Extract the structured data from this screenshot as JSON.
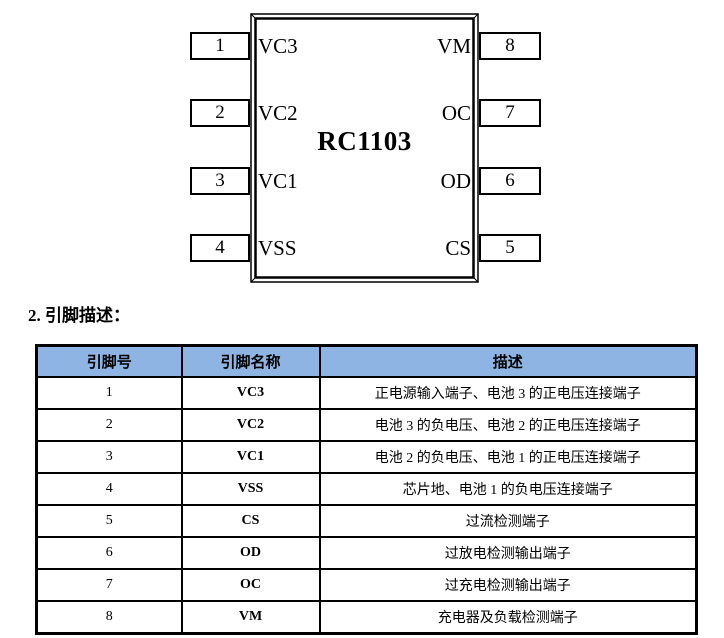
{
  "diagram": {
    "chip_label": "RC1103",
    "left_pins": [
      {
        "number": "1",
        "name": "VC3"
      },
      {
        "number": "2",
        "name": "VC2"
      },
      {
        "number": "3",
        "name": "VC1"
      },
      {
        "number": "4",
        "name": "VSS"
      }
    ],
    "right_pins": [
      {
        "number": "8",
        "name": "VM"
      },
      {
        "number": "7",
        "name": "OC"
      },
      {
        "number": "6",
        "name": "OD"
      },
      {
        "number": "5",
        "name": "CS"
      }
    ]
  },
  "section": {
    "heading": "2. 引脚描述："
  },
  "table": {
    "header_bg": "#8DB4E2",
    "headers": [
      "引脚号",
      "引脚名称",
      "描述"
    ],
    "rows": [
      {
        "pin": "1",
        "name": "VC3",
        "desc": "正电源输入端子、电池 3 的正电压连接端子"
      },
      {
        "pin": "2",
        "name": "VC2",
        "desc": "电池 3 的负电压、电池 2 的正电压连接端子"
      },
      {
        "pin": "3",
        "name": "VC1",
        "desc": "电池 2 的负电压、电池 1 的正电压连接端子"
      },
      {
        "pin": "4",
        "name": "VSS",
        "desc": "芯片地、电池 1 的负电压连接端子"
      },
      {
        "pin": "5",
        "name": "CS",
        "desc": "过流检测端子"
      },
      {
        "pin": "6",
        "name": "OD",
        "desc": "过放电检测输出端子"
      },
      {
        "pin": "7",
        "name": "OC",
        "desc": "过充电检测输出端子"
      },
      {
        "pin": "8",
        "name": "VM",
        "desc": "充电器及负载检测端子"
      }
    ]
  }
}
